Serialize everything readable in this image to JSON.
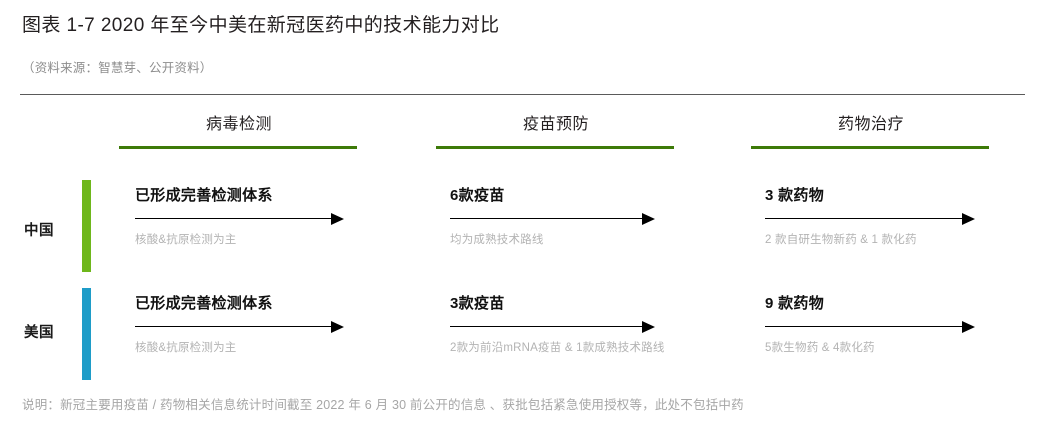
{
  "header": {
    "title": "图表 1-7 2020 年至今中美在新冠医药中的技术能力对比",
    "source": "（资料来源：智慧芽、公开资料）"
  },
  "colors": {
    "header_rule_green": "#3d7a08",
    "china_accent": "#6eb71b",
    "us_accent": "#1e9cc8",
    "divider": "#5a5a5a",
    "subtext_grey": "#b3b3b3",
    "footnote_grey": "#a6a6a6"
  },
  "columns": [
    {
      "label": "病毒检测"
    },
    {
      "label": "疫苗预防"
    },
    {
      "label": "药物治疗"
    }
  ],
  "rows": [
    {
      "label": "中国",
      "accent": "#6eb71b",
      "cells": [
        {
          "headline": "已形成完善检测体系",
          "sub": "核酸&抗原检测为主"
        },
        {
          "headline": "6款疫苗",
          "sub": "均为成熟技术路线"
        },
        {
          "headline": "3 款药物",
          "sub": "2 款自研生物新药 & 1 款化药"
        }
      ]
    },
    {
      "label": "美国",
      "accent": "#1e9cc8",
      "cells": [
        {
          "headline": "已形成完善检测体系",
          "sub": "核酸&抗原检测为主"
        },
        {
          "headline": "3款疫苗",
          "sub": "2款为前沿mRNA疫苗 & 1款成熟技术路线"
        },
        {
          "headline": "9 款药物",
          "sub": "5款生物药 & 4款化药"
        }
      ]
    }
  ],
  "footnote": "说明：新冠主要用疫苗 / 药物相关信息统计时间截至 2022 年 6 月 30 前公开的信息 、获批包括紧急使用授权等，此处不包括中药"
}
